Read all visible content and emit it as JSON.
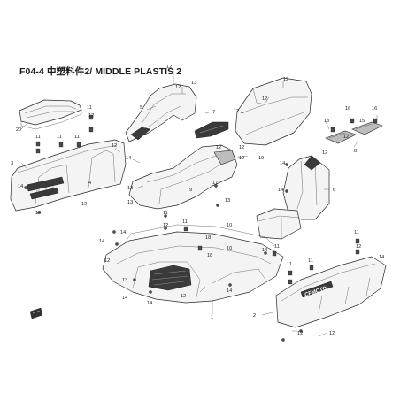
{
  "header": {
    "title": "F04-4 中塑料件2/ MIDDLE PLASTIS 2"
  },
  "labels": {
    "n1": "1",
    "n2": "2",
    "n3": "3",
    "n4": "4",
    "n5": "5",
    "n6": "6",
    "n7": "7",
    "n8": "8",
    "n9": "9",
    "n10": "10",
    "n11": "11",
    "n12": "12",
    "n13": "13",
    "n14": "14",
    "n15": "15",
    "n16": "16",
    "n17": "17",
    "n18": "18",
    "n19": "19",
    "n20": "20"
  },
  "brand_mark": "CFMOTO"
}
